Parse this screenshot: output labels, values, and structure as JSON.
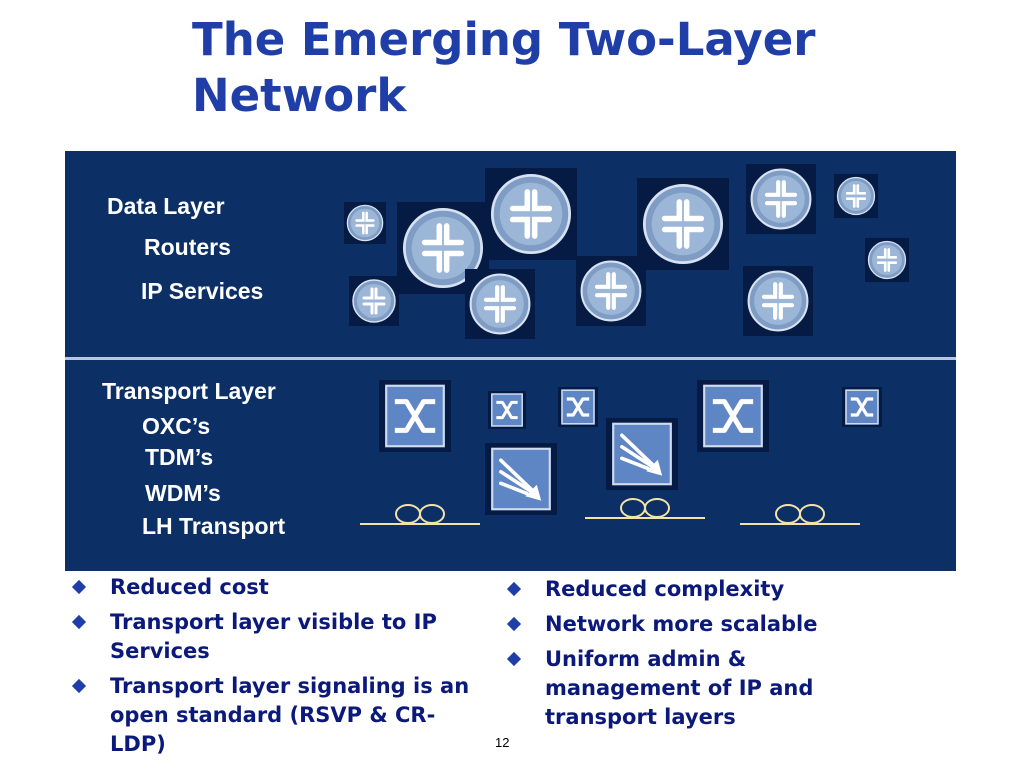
{
  "title": "The Emerging Two-Layer Network",
  "data_layer": {
    "heading": "Data Layer",
    "items": [
      "Routers",
      "IP Services"
    ]
  },
  "transport_layer": {
    "heading": "Transport Layer",
    "items": [
      "OXC’s",
      "TDM’s",
      "WDM’s",
      "LH Transport"
    ]
  },
  "icons": {
    "data_layer": "router-icon",
    "transport_oxc": "optical-crossconnect-icon",
    "transport_wdm": "wdm-mux-icon",
    "transport_fiber": "fiber-link-icon"
  },
  "bullets_left": [
    "Reduced cost",
    "Transport layer visible to IP Services",
    "Transport layer signaling is an open standard (RSVP & CR-LDP)"
  ],
  "bullets_right": [
    "Reduced complexity",
    "Network more scalable",
    "Uniform admin & management of IP and transport layers"
  ],
  "page_number": "12",
  "colors": {
    "title": "#1f3ea8",
    "panel": "#0c3066",
    "bullet_text": "#0b1a7a"
  }
}
